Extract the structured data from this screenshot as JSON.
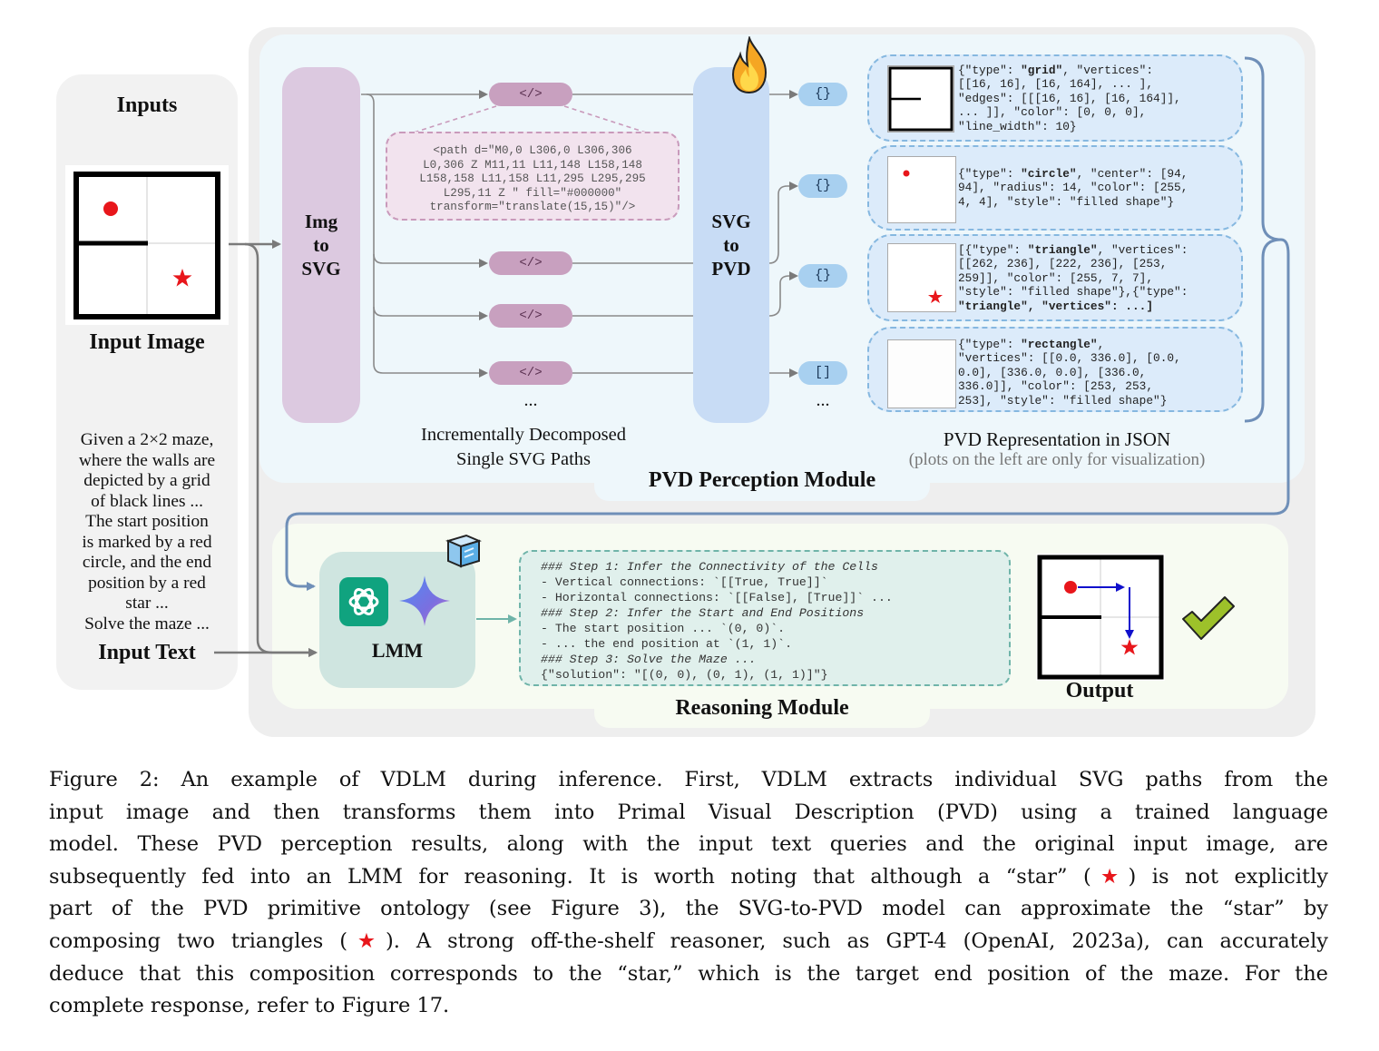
{
  "inputs": {
    "title": "Inputs",
    "image_label": "Input Image",
    "text_lines": [
      "Given a 2×2 maze,",
      "where the walls are",
      "depicted by a grid",
      "of black lines ...",
      "The start position",
      "is marked by a red",
      "circle, and the end",
      "position by a red",
      "star ...",
      "Solve the maze ..."
    ],
    "text_label": "Input Text"
  },
  "perception": {
    "img_to_svg": [
      "Img",
      "to",
      "SVG"
    ],
    "svg_to_pvd": [
      "SVG",
      "to",
      "PVD"
    ],
    "path_pill": "</>",
    "ellipsis": "...",
    "svg_code_lines": [
      "<path d=\"M0,0 L306,0 L306,306",
      "L0,306 Z M11,11 L11,148 L158,148",
      "L158,158 L11,158 L11,295 L295,295",
      "L295,11 Z \" fill=\"#000000\"",
      "transform=\"translate(15,15)\"/>"
    ],
    "paths_label": [
      "Incrementally Decomposed",
      "Single SVG Paths"
    ],
    "brace_curly": "{}",
    "brace_square": "[]",
    "json_grid": [
      "{\"type\": \"grid\", \"vertices\":",
      "[[16, 16], [16, 164], ... ],",
      "\"edges\": [[[16, 16], [16, 164]],",
      "... ]], \"color\": [0, 0, 0],",
      "\"line_width\": 10}"
    ],
    "json_circle": [
      "{\"type\": \"circle\", \"center\": [94,",
      "94], \"radius\": 14, \"color\": [255,",
      "4, 4], \"style\": \"filled shape\"}"
    ],
    "json_triangle": [
      "[{\"type\": \"triangle\", \"vertices\":",
      "[[262, 236], [222, 236], [253,",
      "259]], \"color\": [255, 7, 7],",
      "\"style\": \"filled shape\"},{\"type\":",
      "\"triangle\", \"vertices\": ...]"
    ],
    "json_rect": [
      "{\"type\": \"rectangle\",",
      "\"vertices\": [[0.0, 336.0], [0.0,",
      "0.0], [336.0, 0.0], [336.0,",
      "336.0]], \"color\": [253, 253,",
      "253], \"style\": \"filled shape\"}"
    ],
    "json_label": "PVD Representation in JSON",
    "json_sublabel": "(plots on the left are only for visualization)",
    "module_label": "PVD Perception Module"
  },
  "reasoning": {
    "lmm_label": "LMM",
    "steps": [
      "### Step 1: Infer the Connectivity of the Cells",
      "- Vertical connections: `[[True, True]]`",
      "- Horizontal connections: `[[False], [True]]` ...",
      "### Step 2: Infer the Start and End Positions",
      "- The start position ... `(0, 0)`.",
      "- ... the end position at `(1, 1)`.",
      "### Step 3: Solve the Maze ...",
      "{\"solution\": \"[(0, 0), (0, 1), (1, 1)]\"}"
    ],
    "output_label": "Output",
    "module_label": "Reasoning Module"
  },
  "caption_lines": [
    "Figure 2: An example of VDLM during inference. First, VDLM extracts individual SVG paths from the",
    "input image and then transforms them into Primal Visual Description (PVD) using a trained language",
    "model. These PVD perception results, along with the input text queries and the original input image, are",
    "subsequently fed into an LMM for reasoning. It is worth noting that although a “star” (★) is not explicitly",
    "part of the PVD primitive ontology (see Figure 3), the SVG-to-PVD model can approximate the “star” by",
    "composing two triangles (★). A strong off-the-shelf reasoner, such as GPT-4 (OpenAI, 2023a), can accurately",
    "deduce that this composition corresponds to the “star,” which is the target end position of the maze. For the",
    "complete response, refer to Figure 17."
  ],
  "colors": {
    "red": "#e8161b",
    "blue": "#1010cc",
    "check": "#9dc12a",
    "arrow": "#777777",
    "connector": "#6f8fb8"
  }
}
